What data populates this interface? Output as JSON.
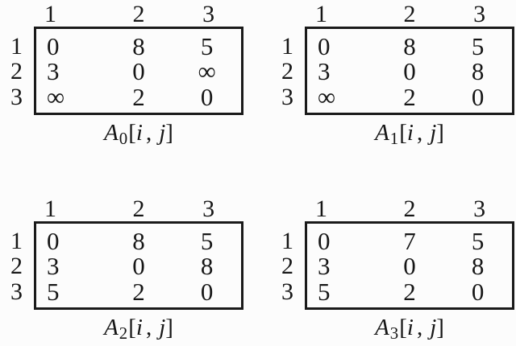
{
  "colors": {
    "ink": "#161616",
    "paper": "#fcfcfc",
    "box_border": "#1a1a1a"
  },
  "headers": {
    "cols": [
      "1",
      "2",
      "3"
    ],
    "rows": [
      "1",
      "2",
      "3"
    ]
  },
  "caption_parts": {
    "base": "A",
    "open": "[",
    "i": "i",
    "comma": ",",
    "j": "j",
    "close": "]"
  },
  "matrices": [
    {
      "subscript": "0",
      "label": "A0[i, j]",
      "cells": [
        [
          "0",
          "8",
          "5"
        ],
        [
          "3",
          "0",
          "∞"
        ],
        [
          "∞",
          "2",
          "0"
        ]
      ]
    },
    {
      "subscript": "1",
      "label": "A1[i, j]",
      "cells": [
        [
          "0",
          "8",
          "5"
        ],
        [
          "3",
          "0",
          "8"
        ],
        [
          "∞",
          "2",
          "0"
        ]
      ]
    },
    {
      "subscript": "2",
      "label": "A2[i, j]",
      "cells": [
        [
          "0",
          "8",
          "5"
        ],
        [
          "3",
          "0",
          "8"
        ],
        [
          "5",
          "2",
          "0"
        ]
      ]
    },
    {
      "subscript": "3",
      "label": "A3[i, j]",
      "cells": [
        [
          "0",
          "7",
          "5"
        ],
        [
          "3",
          "0",
          "8"
        ],
        [
          "5",
          "2",
          "0"
        ]
      ]
    }
  ]
}
